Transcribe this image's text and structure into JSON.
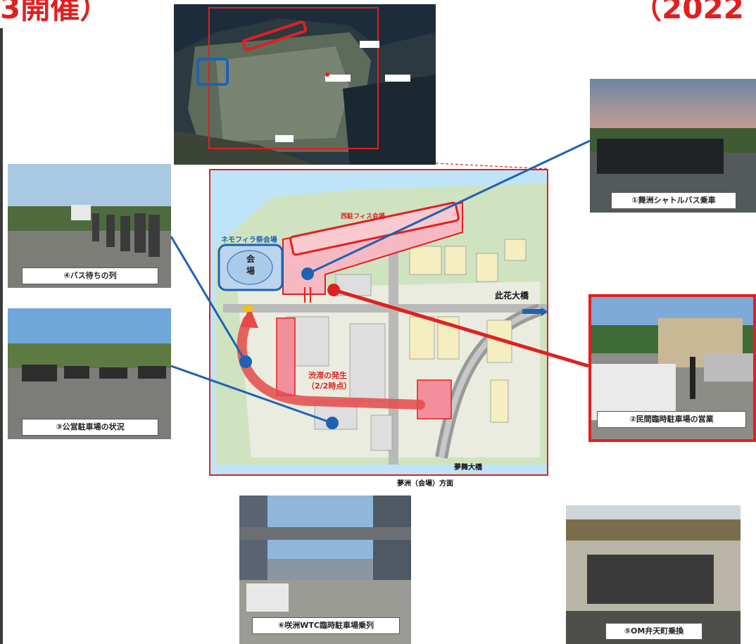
{
  "header": {
    "left_title": "3開催）",
    "right_title": "（2022"
  },
  "map": {
    "venue_label": "ネモフィラ祭会場",
    "venue_text_1": "会",
    "venue_text_2": "場",
    "shuttle_label": "西駐フィス会場",
    "incident_line_1": "渋滞の発生",
    "incident_line_2": "（2/2時点）",
    "bridge_north": "此花大橋",
    "bridge_south": "夢舞大橋",
    "direction": "夢洲（会場）方面"
  },
  "photos": [
    {
      "caption": "④バス待ちの列"
    },
    {
      "caption": "③公営駐車場の状況"
    },
    {
      "caption": "①舞洲シャトルバス乗車"
    },
    {
      "caption": "②民間臨時駐車場の営業"
    },
    {
      "caption": "⑥咲洲WTC臨時駐車場乗列"
    },
    {
      "caption": "⑤OM弁天町乗換"
    }
  ],
  "colors": {
    "accent_red": "#e02020",
    "connector_blue": "#1f62b5",
    "water": "#bfe4f7"
  }
}
